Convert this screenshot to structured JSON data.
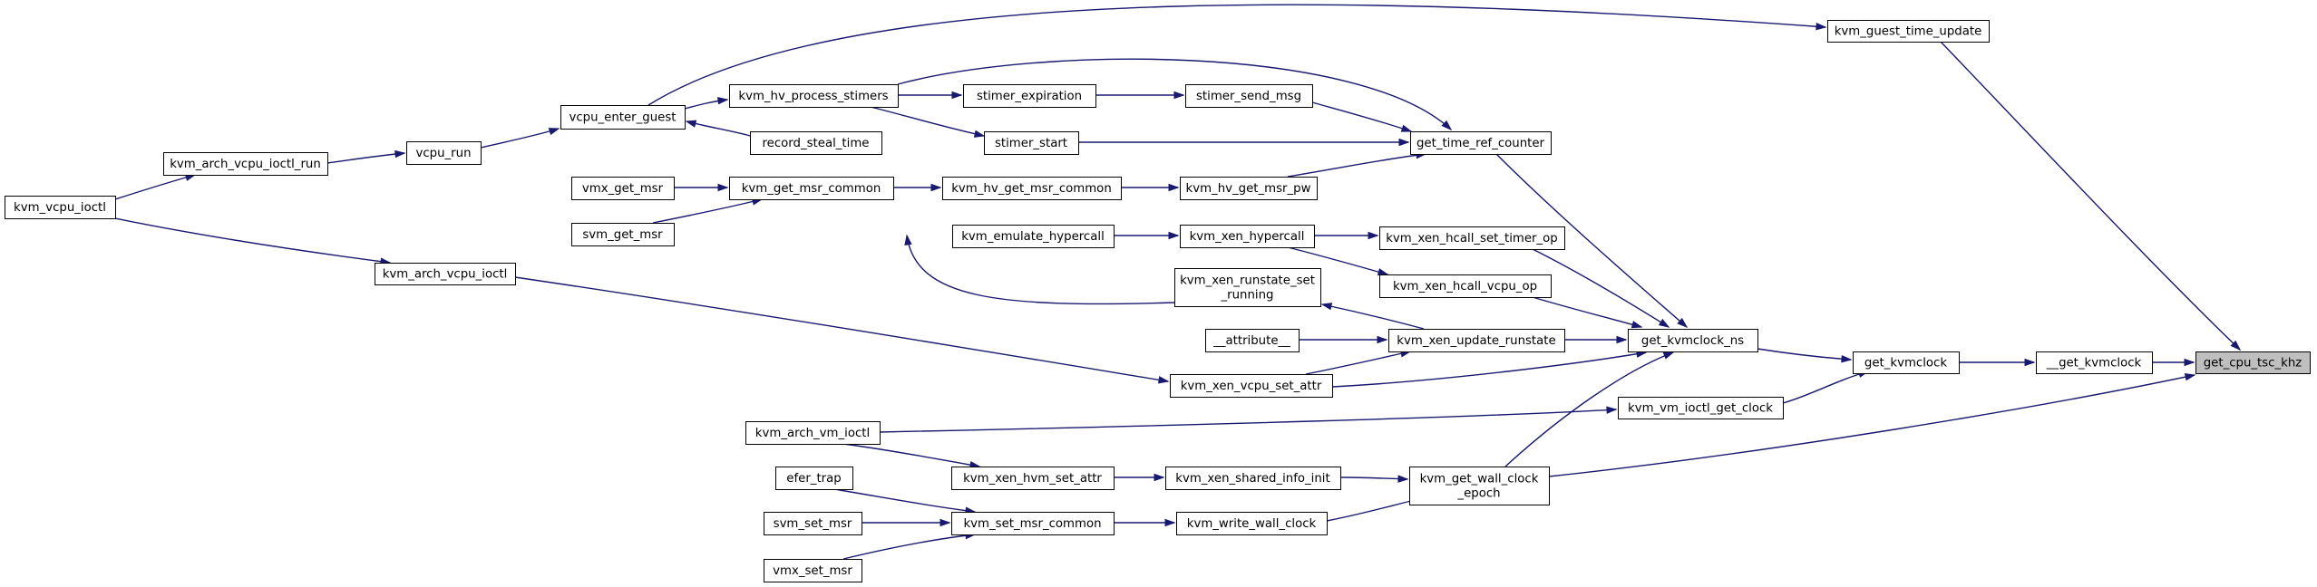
{
  "diagram": {
    "kind": "call-graph",
    "colors": {
      "edge": "#191970",
      "node_border": "#000000",
      "root_fill": "#bfbfbf",
      "background": "#ffffff"
    },
    "nodes": [
      {
        "id": "get_cpu_tsc_khz",
        "lines": [
          "get_cpu_tsc_khz"
        ],
        "root": true
      },
      {
        "id": "__get_kvmclock",
        "lines": [
          "__get_kvmclock"
        ]
      },
      {
        "id": "get_kvmclock",
        "lines": [
          "get_kvmclock"
        ]
      },
      {
        "id": "get_kvmclock_ns",
        "lines": [
          "get_kvmclock_ns"
        ]
      },
      {
        "id": "kvm_guest_time_update",
        "lines": [
          "kvm_guest_time_update"
        ]
      },
      {
        "id": "vcpu_enter_guest",
        "lines": [
          "vcpu_enter_guest"
        ]
      },
      {
        "id": "vcpu_run",
        "lines": [
          "vcpu_run"
        ]
      },
      {
        "id": "kvm_arch_vcpu_ioctl_run",
        "lines": [
          "kvm_arch_vcpu_ioctl_run"
        ]
      },
      {
        "id": "kvm_vcpu_ioctl",
        "lines": [
          "kvm_vcpu_ioctl"
        ]
      },
      {
        "id": "get_time_ref_counter",
        "lines": [
          "get_time_ref_counter"
        ]
      },
      {
        "id": "kvm_hv_process_stimers",
        "lines": [
          "kvm_hv_process_stimers"
        ]
      },
      {
        "id": "stimer_expiration",
        "lines": [
          "stimer_expiration"
        ]
      },
      {
        "id": "stimer_send_msg",
        "lines": [
          "stimer_send_msg"
        ]
      },
      {
        "id": "stimer_start",
        "lines": [
          "stimer_start"
        ]
      },
      {
        "id": "record_steal_time",
        "lines": [
          "record_steal_time"
        ]
      },
      {
        "id": "kvm_hv_get_msr_pw",
        "lines": [
          "kvm_hv_get_msr_pw"
        ]
      },
      {
        "id": "kvm_hv_get_msr_common",
        "lines": [
          "kvm_hv_get_msr_common"
        ]
      },
      {
        "id": "kvm_get_msr_common",
        "lines": [
          "kvm_get_msr_common"
        ]
      },
      {
        "id": "vmx_get_msr",
        "lines": [
          "vmx_get_msr"
        ]
      },
      {
        "id": "svm_get_msr",
        "lines": [
          "svm_get_msr"
        ]
      },
      {
        "id": "kvm_xen_hcall_set_timer_op",
        "lines": [
          "kvm_xen_hcall_set_timer_op"
        ]
      },
      {
        "id": "kvm_xen_hypercall",
        "lines": [
          "kvm_xen_hypercall"
        ]
      },
      {
        "id": "kvm_emulate_hypercall",
        "lines": [
          "kvm_emulate_hypercall"
        ]
      },
      {
        "id": "kvm_xen_hcall_vcpu_op",
        "lines": [
          "kvm_xen_hcall_vcpu_op"
        ]
      },
      {
        "id": "kvm_xen_runstate_set_running",
        "lines": [
          "kvm_xen_runstate_set",
          "_running"
        ]
      },
      {
        "id": "kvm_xen_update_runstate",
        "lines": [
          "kvm_xen_update_runstate"
        ]
      },
      {
        "id": "__attribute__",
        "lines": [
          "__attribute__"
        ]
      },
      {
        "id": "kvm_xen_vcpu_set_attr",
        "lines": [
          "kvm_xen_vcpu_set_attr"
        ]
      },
      {
        "id": "kvm_arch_vcpu_ioctl",
        "lines": [
          "kvm_arch_vcpu_ioctl"
        ]
      },
      {
        "id": "kvm_vm_ioctl_get_clock",
        "lines": [
          "kvm_vm_ioctl_get_clock"
        ]
      },
      {
        "id": "kvm_arch_vm_ioctl",
        "lines": [
          "kvm_arch_vm_ioctl"
        ]
      },
      {
        "id": "kvm_get_wall_clock_epoch",
        "lines": [
          "kvm_get_wall_clock",
          "_epoch"
        ]
      },
      {
        "id": "kvm_xen_shared_info_init",
        "lines": [
          "kvm_xen_shared_info_init"
        ]
      },
      {
        "id": "kvm_xen_hvm_set_attr",
        "lines": [
          "kvm_xen_hvm_set_attr"
        ]
      },
      {
        "id": "kvm_write_wall_clock",
        "lines": [
          "kvm_write_wall_clock"
        ]
      },
      {
        "id": "kvm_set_msr_common",
        "lines": [
          "kvm_set_msr_common"
        ]
      },
      {
        "id": "efer_trap",
        "lines": [
          "efer_trap"
        ]
      },
      {
        "id": "svm_set_msr",
        "lines": [
          "svm_set_msr"
        ]
      },
      {
        "id": "vmx_set_msr",
        "lines": [
          "vmx_set_msr"
        ]
      }
    ],
    "edges": [
      {
        "from": "__get_kvmclock",
        "to": "get_cpu_tsc_khz"
      },
      {
        "from": "kvm_guest_time_update",
        "to": "get_cpu_tsc_khz"
      },
      {
        "from": "kvm_get_wall_clock_epoch",
        "to": "get_cpu_tsc_khz"
      },
      {
        "from": "get_kvmclock",
        "to": "__get_kvmclock"
      },
      {
        "from": "get_kvmclock_ns",
        "to": "get_kvmclock"
      },
      {
        "from": "kvm_vm_ioctl_get_clock",
        "to": "get_kvmclock"
      },
      {
        "from": "vcpu_enter_guest",
        "to": "kvm_guest_time_update"
      },
      {
        "from": "vcpu_run",
        "to": "vcpu_enter_guest"
      },
      {
        "from": "kvm_arch_vcpu_ioctl_run",
        "to": "vcpu_run"
      },
      {
        "from": "kvm_vcpu_ioctl",
        "to": "kvm_arch_vcpu_ioctl_run"
      },
      {
        "from": "get_time_ref_counter",
        "to": "get_kvmclock_ns"
      },
      {
        "from": "kvm_xen_hcall_set_timer_op",
        "to": "get_kvmclock_ns"
      },
      {
        "from": "kvm_xen_hcall_vcpu_op",
        "to": "get_kvmclock_ns"
      },
      {
        "from": "kvm_xen_update_runstate",
        "to": "get_kvmclock_ns"
      },
      {
        "from": "kvm_xen_vcpu_set_attr",
        "to": "get_kvmclock_ns"
      },
      {
        "from": "kvm_get_wall_clock_epoch",
        "to": "get_kvmclock_ns"
      },
      {
        "from": "kvm_hv_process_stimers",
        "to": "get_time_ref_counter"
      },
      {
        "from": "stimer_send_msg",
        "to": "get_time_ref_counter"
      },
      {
        "from": "stimer_start",
        "to": "get_time_ref_counter"
      },
      {
        "from": "kvm_hv_get_msr_pw",
        "to": "get_time_ref_counter"
      },
      {
        "from": "vcpu_enter_guest",
        "to": "kvm_hv_process_stimers"
      },
      {
        "from": "kvm_hv_process_stimers",
        "to": "stimer_expiration"
      },
      {
        "from": "kvm_hv_process_stimers",
        "to": "stimer_start"
      },
      {
        "from": "stimer_expiration",
        "to": "stimer_send_msg"
      },
      {
        "from": "record_steal_time",
        "to": "vcpu_enter_guest"
      },
      {
        "from": "kvm_xen_runstate_set_running",
        "to": "record_steal_time"
      },
      {
        "from": "kvm_hv_get_msr_common",
        "to": "kvm_hv_get_msr_pw"
      },
      {
        "from": "kvm_get_msr_common",
        "to": "kvm_hv_get_msr_common"
      },
      {
        "from": "vmx_get_msr",
        "to": "kvm_get_msr_common"
      },
      {
        "from": "svm_get_msr",
        "to": "kvm_get_msr_common"
      },
      {
        "from": "kvm_xen_hypercall",
        "to": "kvm_xen_hcall_set_timer_op"
      },
      {
        "from": "kvm_xen_hypercall",
        "to": "kvm_xen_hcall_vcpu_op"
      },
      {
        "from": "kvm_emulate_hypercall",
        "to": "kvm_xen_hypercall"
      },
      {
        "from": "kvm_xen_update_runstate",
        "to": "kvm_xen_runstate_set_running"
      },
      {
        "from": "__attribute__",
        "to": "kvm_xen_update_runstate"
      },
      {
        "from": "kvm_xen_vcpu_set_attr",
        "to": "kvm_xen_update_runstate"
      },
      {
        "from": "kvm_arch_vcpu_ioctl",
        "to": "kvm_xen_vcpu_set_attr"
      },
      {
        "from": "kvm_vcpu_ioctl",
        "to": "kvm_arch_vcpu_ioctl"
      },
      {
        "from": "kvm_arch_vm_ioctl",
        "to": "kvm_vm_ioctl_get_clock"
      },
      {
        "from": "kvm_xen_shared_info_init",
        "to": "kvm_get_wall_clock_epoch"
      },
      {
        "from": "kvm_write_wall_clock",
        "to": "kvm_get_wall_clock_epoch"
      },
      {
        "from": "kvm_xen_hvm_set_attr",
        "to": "kvm_xen_shared_info_init"
      },
      {
        "from": "kvm_arch_vm_ioctl",
        "to": "kvm_xen_hvm_set_attr"
      },
      {
        "from": "kvm_set_msr_common",
        "to": "kvm_write_wall_clock"
      },
      {
        "from": "efer_trap",
        "to": "kvm_set_msr_common"
      },
      {
        "from": "svm_set_msr",
        "to": "kvm_set_msr_common"
      },
      {
        "from": "vmx_set_msr",
        "to": "kvm_set_msr_common"
      }
    ]
  }
}
